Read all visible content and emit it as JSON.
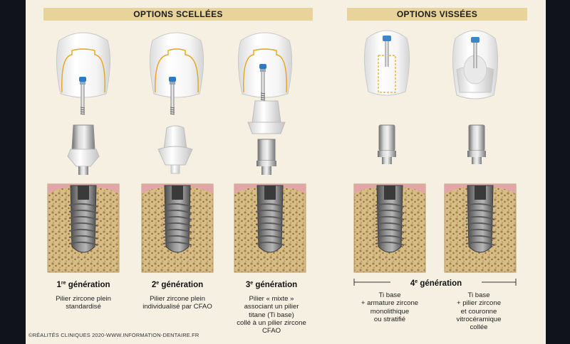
{
  "sections": {
    "sealed": {
      "title": "OPTIONS SCELLÉES"
    },
    "screwed": {
      "title": "OPTIONS VISSÉES"
    }
  },
  "generations": [
    {
      "ordinal": "1",
      "suffix": "re",
      "word": "génération",
      "lines": [
        "Pilier zircone plein",
        "standardisé"
      ]
    },
    {
      "ordinal": "2",
      "suffix": "e",
      "word": "génération",
      "lines": [
        "Pilier zircone plein",
        "individualisé par CFAO"
      ]
    },
    {
      "ordinal": "3",
      "suffix": "e",
      "word": "génération",
      "lines": [
        "Pilier « mixte »",
        "associant un pilier",
        "titane (Ti base)",
        "collé à un pilier zircone",
        "CFAO"
      ]
    },
    {
      "ordinal": "4",
      "suffix": "e",
      "word": "génération",
      "lines": []
    }
  ],
  "fourth_options": [
    {
      "lines": [
        "Ti base",
        "+ armature zircone",
        "monolithique",
        "ou stratifié"
      ]
    },
    {
      "lines": [
        "Ti base",
        "+ pilier zircone",
        "et couronne",
        "vitrocéramique",
        "collée"
      ]
    }
  ],
  "footer": {
    "copyright": "©RÉALITÉS CLINIQUES 2020-WWW.INFORMATION-DENTAIRE.FR"
  },
  "colors": {
    "banner": "#e8d49a",
    "background": "#f6f0e3",
    "outline": "#e8a318",
    "bone": "#d9c08a",
    "gum": "#e3a6a6"
  }
}
